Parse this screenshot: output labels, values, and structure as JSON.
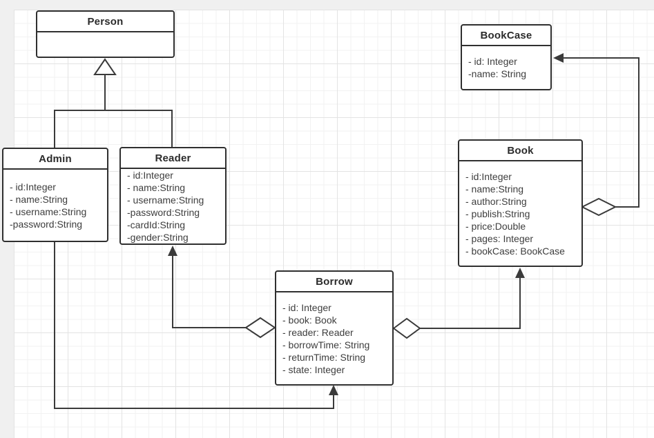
{
  "diagram": {
    "classes": [
      {
        "key": "person",
        "name": "Person",
        "attributes": []
      },
      {
        "key": "admin",
        "name": "Admin",
        "attributes": [
          "- id:Integer",
          "- name:String",
          "- username:String",
          "-password:String"
        ]
      },
      {
        "key": "reader",
        "name": "Reader",
        "attributes": [
          "- id:Integer",
          "- name:String",
          "- username:String",
          "-password:String",
          "-cardId:String",
          "-gender:String"
        ]
      },
      {
        "key": "bookcase",
        "name": "BookCase",
        "attributes": [
          "- id: Integer",
          "-name: String"
        ]
      },
      {
        "key": "book",
        "name": "Book",
        "attributes": [
          "- id:Integer",
          "- name:String",
          "- author:String",
          "- publish:String",
          "- price:Double",
          "- pages: Integer",
          "- bookCase: BookCase"
        ]
      },
      {
        "key": "borrow",
        "name": "Borrow",
        "attributes": [
          "- id: Integer",
          "- book: Book",
          "- reader: Reader",
          "- borrowTime: String",
          "- returnTime: String",
          "- state: Integer"
        ]
      }
    ],
    "relationships": [
      {
        "type": "generalization",
        "from": "Admin",
        "to": "Person",
        "marker": "hollow-triangle"
      },
      {
        "type": "generalization",
        "from": "Reader",
        "to": "Person",
        "marker": "hollow-triangle"
      },
      {
        "type": "aggregation",
        "from": "Borrow",
        "to": "Reader",
        "marker": "solid-arrow",
        "diamond_at": "Borrow"
      },
      {
        "type": "aggregation",
        "from": "Borrow",
        "to": "Book",
        "marker": "solid-arrow",
        "diamond_at": "Borrow"
      },
      {
        "type": "aggregation",
        "from": "Book",
        "to": "BookCase",
        "marker": "solid-arrow",
        "diamond_at": "Book"
      },
      {
        "type": "association",
        "from": "Admin",
        "to": "Borrow",
        "marker": "solid-arrow"
      }
    ],
    "colors": {
      "stroke": "#3a3a3a",
      "box_border": "#2f2f2f",
      "box_fill": "#ffffff",
      "title_text": "#2b2b2b",
      "attribute_text": "#3d3d3d",
      "canvas_background": "#ffffff",
      "outer_background": "#f0f0f0",
      "grid_minor": "#f2f2f2",
      "grid_major": "#e3e3e3"
    }
  }
}
